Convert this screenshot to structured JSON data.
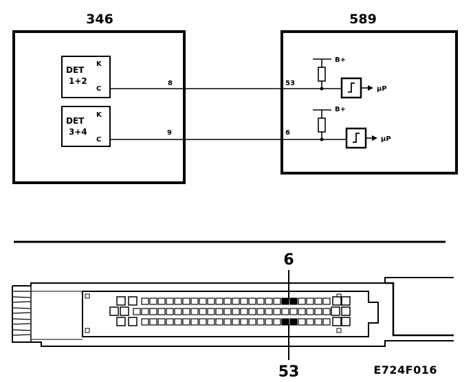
{
  "figure_code": "E724F016",
  "components": {
    "left": {
      "number": "346",
      "det_a": {
        "title": "DET",
        "sub": "1+2",
        "pin_k": "K",
        "pin_c": "C",
        "wire": "8"
      },
      "det_b": {
        "title": "DET",
        "sub": "3+4",
        "pin_k": "K",
        "pin_c": "C",
        "wire": "9"
      }
    },
    "right": {
      "number": "589",
      "circuit_a": {
        "pin": "53",
        "supply": "B+",
        "output": "µP"
      },
      "circuit_b": {
        "pin": "6",
        "supply": "B+",
        "output": "µP"
      }
    }
  },
  "connector": {
    "top_pin_label": "6",
    "bottom_pin_label": "53"
  }
}
